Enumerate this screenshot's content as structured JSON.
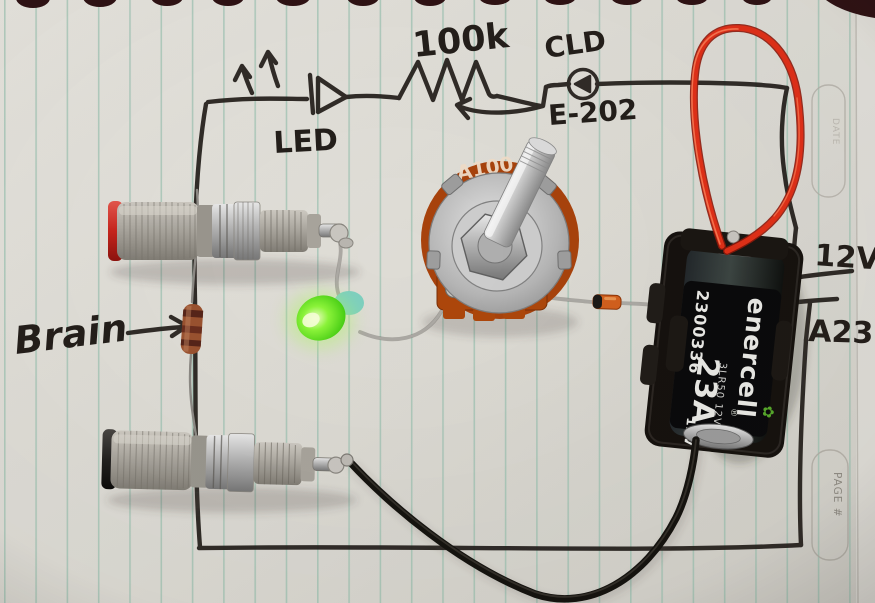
{
  "photo": {
    "handwritten_schematic": {
      "led_label": "LED",
      "resistor_value": "100k",
      "cld_name": "CLD",
      "cld_part": "E-202",
      "supply_voltage": "12V",
      "battery_type": "A23",
      "note": "Brain"
    },
    "potentiometer": {
      "marking": "A100"
    },
    "battery": {
      "serial": "2300336",
      "brand": "enercell",
      "registered_mark": "®",
      "size": "23A",
      "voltage": "12V",
      "model_line": "3LR50 12V"
    },
    "notepad": {
      "page_label": "PAGE #",
      "date_label": "DATE"
    },
    "colors": {
      "paper": "#dedcd5",
      "rule_line": "#8fbcaa",
      "marker_ink": "#241f1b",
      "red_wire": "#e03018",
      "black_wire": "#15130f",
      "led_green": "#52e01a",
      "pot_orange": "#ad470c",
      "binding_post_red_cap": "#c8251d",
      "binding_post_black_cap": "#1e1c1a"
    }
  }
}
